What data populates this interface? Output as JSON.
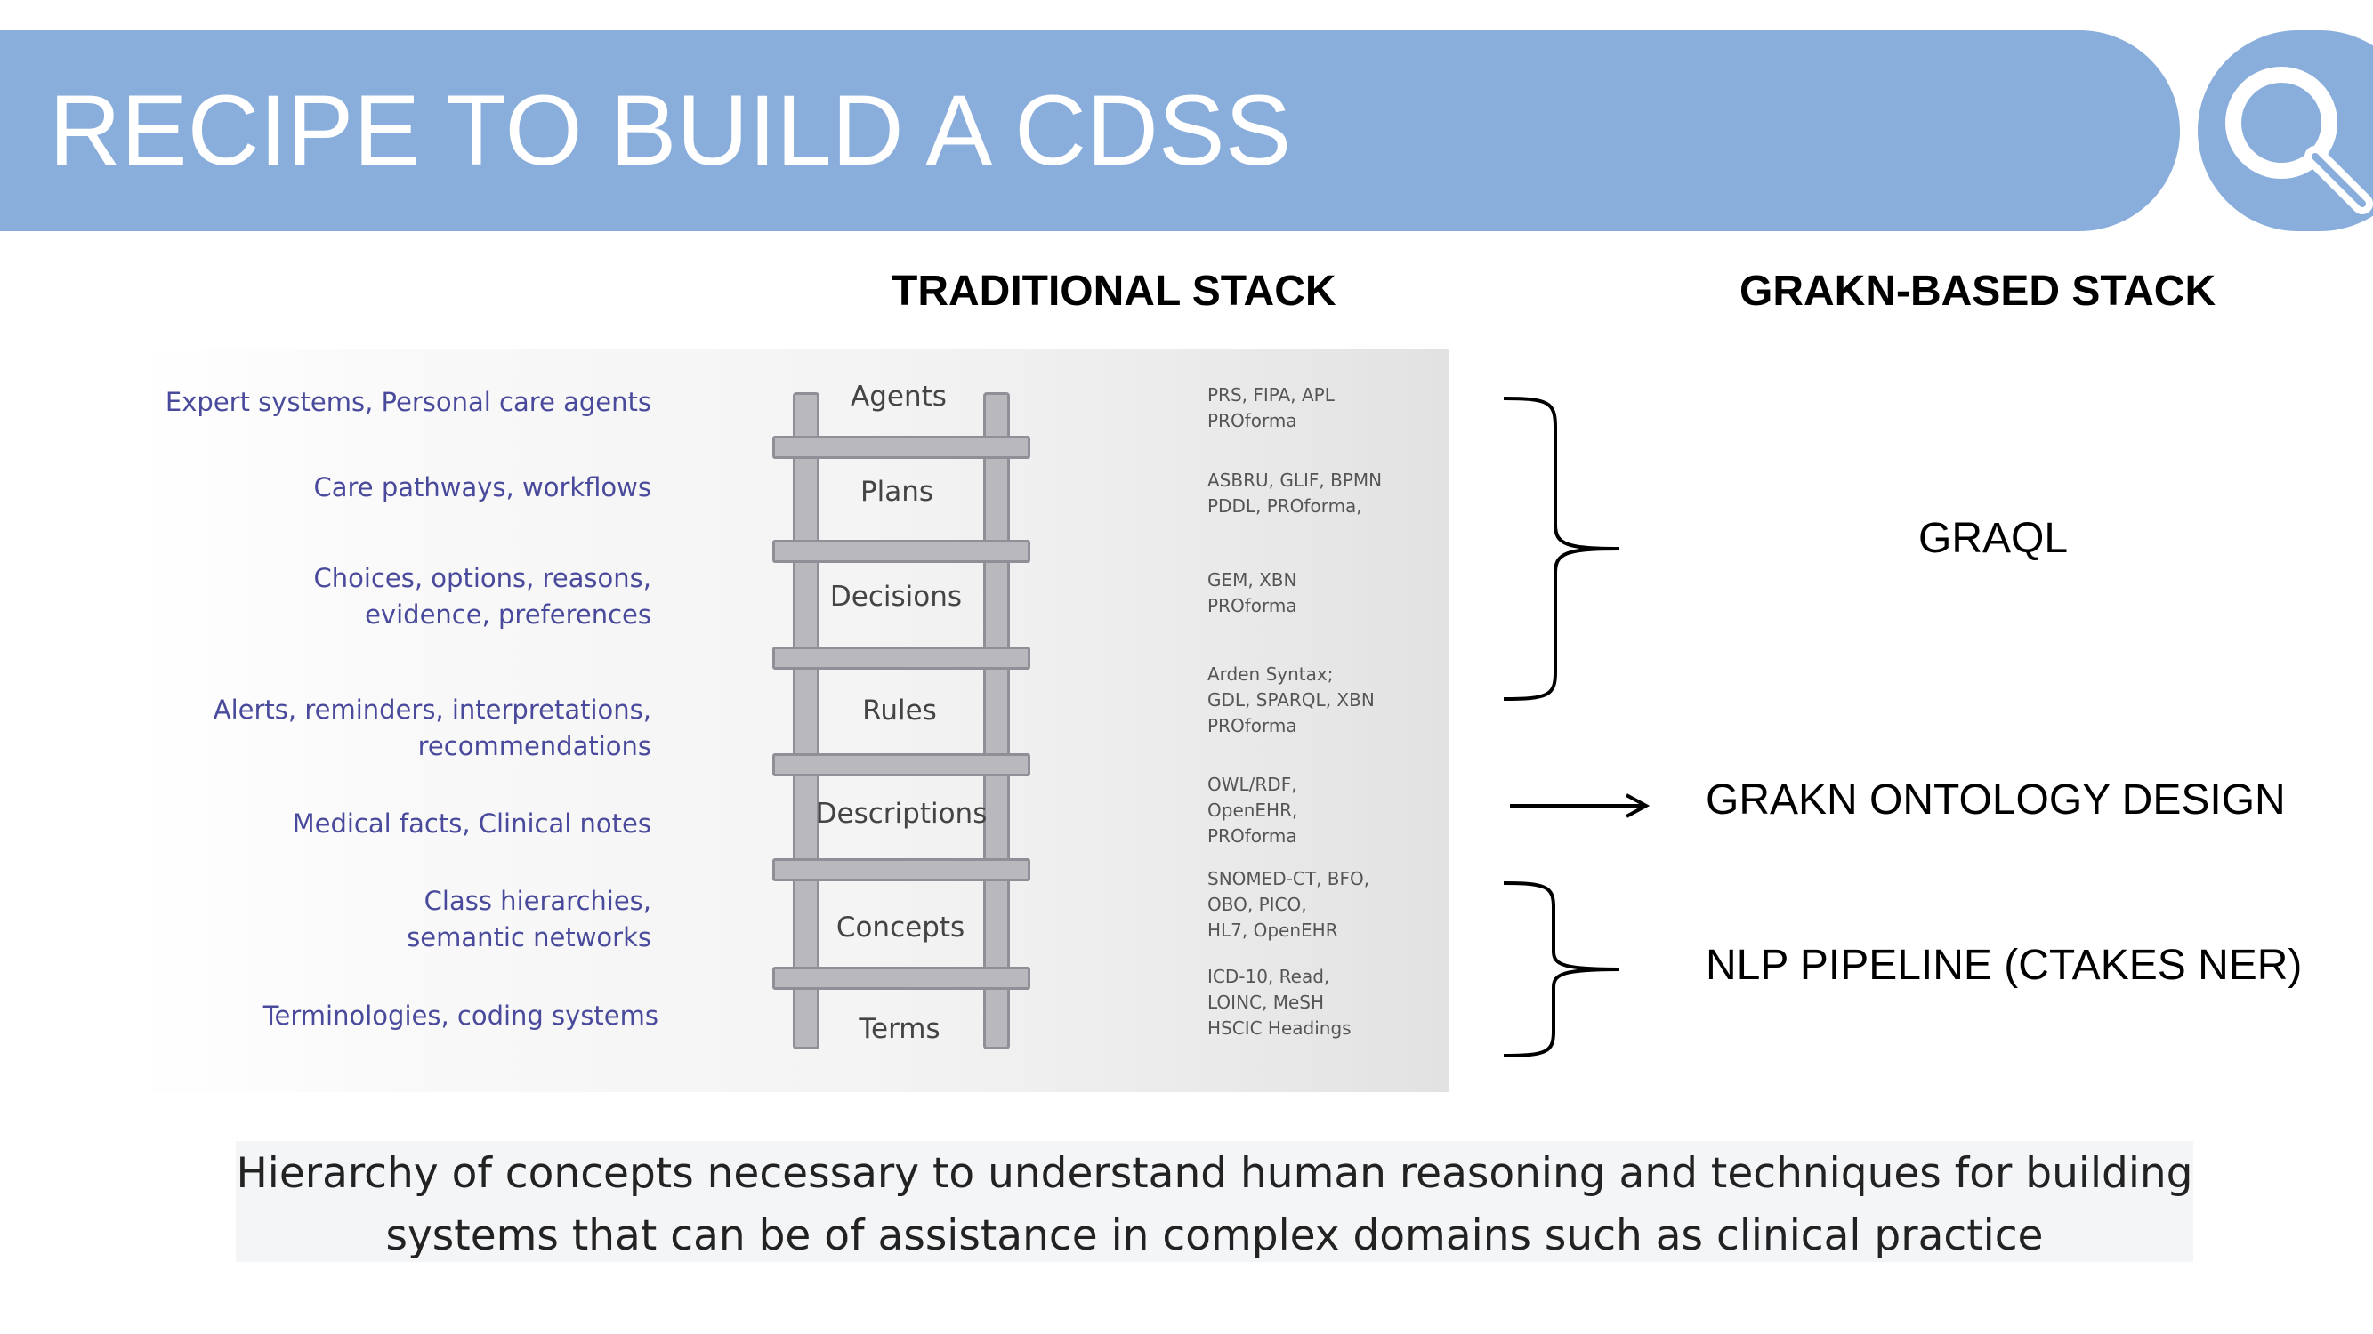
{
  "title": "RECIPE TO BUILD A CDSS",
  "headings": {
    "traditional": "TRADITIONAL STACK",
    "grakn": "GRAKN-BASED STACK"
  },
  "colors": {
    "banner": "#8aaedc",
    "left_labels": "#4a4a9c",
    "ladder": "#b8b8bd"
  },
  "icons": [
    "search-icon",
    "ladder-icon",
    "right-brace-icon",
    "right-arrow-icon"
  ],
  "left_labels": [
    "Expert systems, Personal care agents",
    "Care pathways, workflows",
    "Choices, options, reasons,",
    "evidence, preferences",
    "Alerts, reminders, interpretations,",
    "recommendations",
    "Medical facts, Clinical notes",
    "Class hierarchies,",
    "semantic networks",
    "Terminologies, coding systems"
  ],
  "ladder_levels": [
    "Agents",
    "Plans",
    "Decisions",
    "Rules",
    "Descriptions",
    "Concepts",
    "Terms"
  ],
  "techniques": [
    [
      "PRS, FIPA, APL",
      "PROforma"
    ],
    [
      "ASBRU, GLIF, BPMN",
      "PDDL, PROforma,"
    ],
    [
      "GEM, XBN",
      "PROforma"
    ],
    [
      "Arden Syntax;",
      "GDL, SPARQL, XBN",
      "PROforma"
    ],
    [
      "OWL/RDF,",
      "OpenEHR,",
      "PROforma"
    ],
    [
      "SNOMED-CT, BFO,",
      "OBO, PICO,",
      "HL7, OpenEHR"
    ],
    [
      "ICD-10, Read,",
      "LOINC, MeSH",
      "HSCIC Headings"
    ]
  ],
  "grakn": {
    "graql": "GRAQL",
    "ontology": "GRAKN ONTOLOGY DESIGN",
    "nlp": "NLP PIPELINE (CTAKES NER)"
  },
  "caption": {
    "line1": "Hierarchy of concepts necessary to understand human reasoning and techniques for building",
    "line2": "systems that can be of assistance in complex domains such as clinical practice"
  }
}
